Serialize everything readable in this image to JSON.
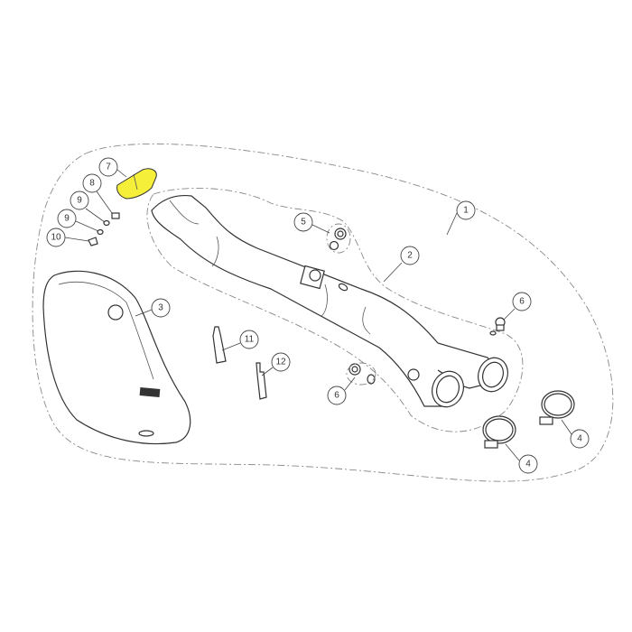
{
  "callouts": [
    "1",
    "2",
    "3",
    "4",
    "4",
    "5",
    "6",
    "6",
    "7",
    "8",
    "9",
    "9",
    "10",
    "11",
    "12"
  ],
  "colors": {
    "highlight": "#f5ef3a",
    "line": "#333333",
    "dashed_outline": "#888888"
  },
  "highlighted_part": "7"
}
